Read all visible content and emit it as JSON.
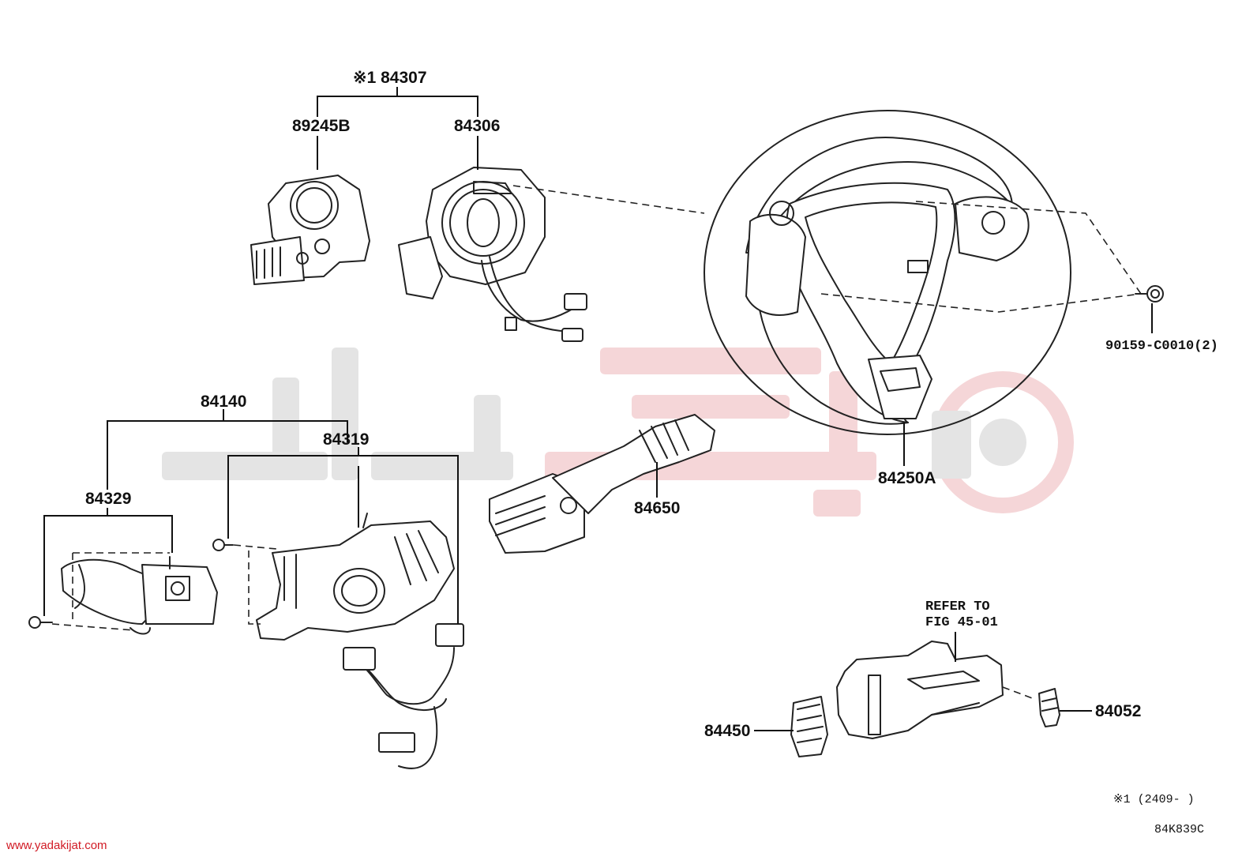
{
  "labels": {
    "assy_84307": "※1 84307",
    "p_89245B": "89245B",
    "p_84306": "84306",
    "p_84140": "84140",
    "p_84319": "84319",
    "p_84329": "84329",
    "p_84650": "84650",
    "p_84250A": "84250A",
    "p_90159": "90159-C0010(2)",
    "refer_line1": "REFER TO",
    "refer_line2": "FIG 45-01",
    "p_84450": "84450",
    "p_84052": "84052"
  },
  "footnote": "※1 (2409-      )",
  "diagram_code": "84K839C",
  "watermark_site": "www.yadakijat.com",
  "colors": {
    "line": "#222222",
    "watermark_grey": "#e4e4e4",
    "watermark_pink": "#f5d6d8",
    "site_text": "#d11a24"
  }
}
